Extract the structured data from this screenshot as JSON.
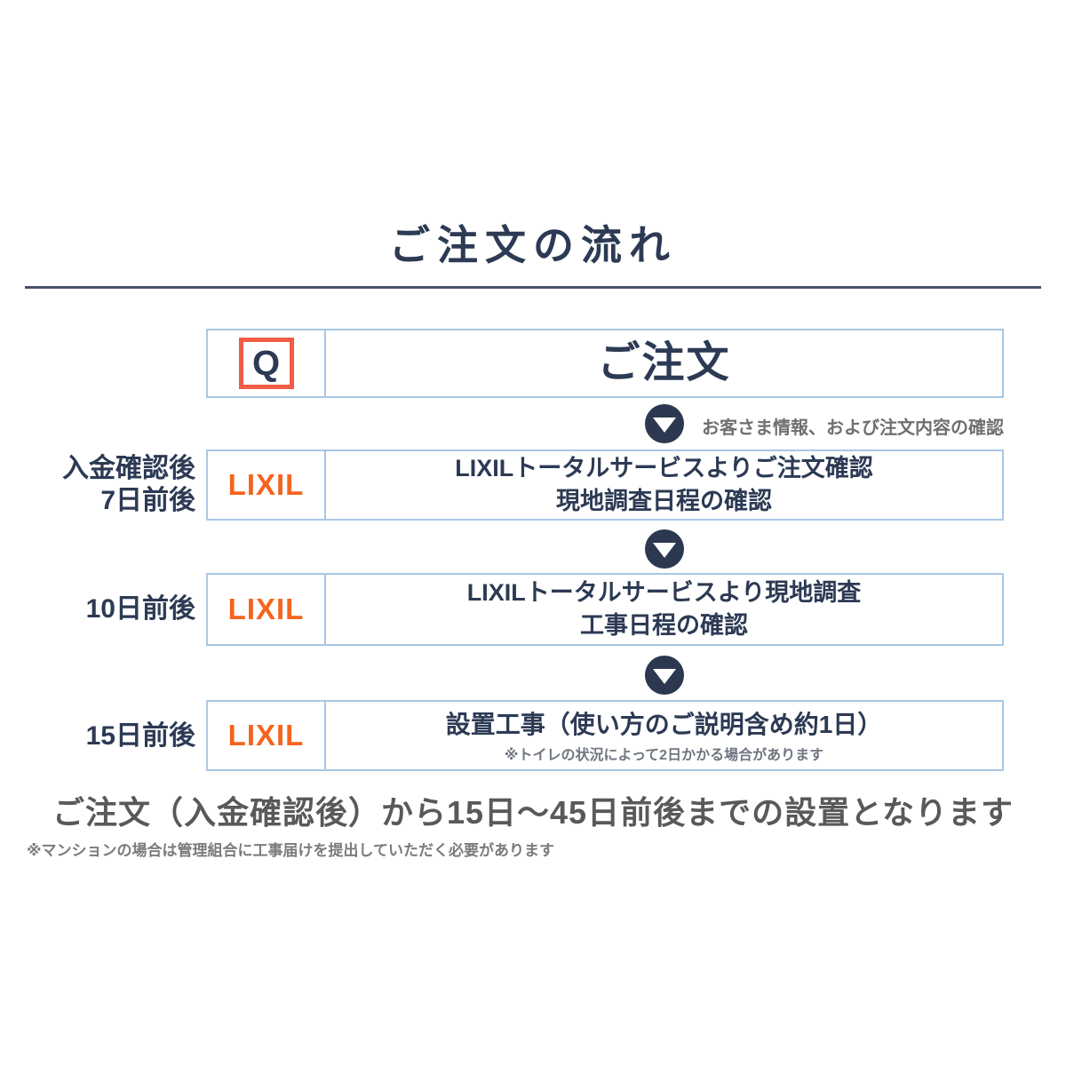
{
  "title": "ご注文の流れ",
  "colors": {
    "navy": "#2C3A54",
    "arrow_navy": "#2B3850",
    "lixil_orange": "#F4641E",
    "qoo10_coral": "#F25C44",
    "box_border_blue": "#A9C7E4",
    "gray_text": "#6F6F6F",
    "footer_gray": "#595959"
  },
  "flow": {
    "steps": [
      {
        "name": "order",
        "icon": "qoo10-q-logo",
        "icon_letter": "Q",
        "lines": [
          "ご注文"
        ]
      },
      {
        "name": "order-confirmation",
        "icon": "lixil-logo",
        "logo_text": "LIXIL",
        "duration_lines": [
          "入金確認後",
          "7日前後"
        ],
        "lines": [
          "LIXILトータルサービスよりご注文確認",
          "現地調査日程の確認"
        ]
      },
      {
        "name": "site-survey",
        "icon": "lixil-logo",
        "logo_text": "LIXIL",
        "duration_lines": [
          "10日前後"
        ],
        "lines": [
          "LIXILトータルサービスより現地調査",
          "工事日程の確認"
        ]
      },
      {
        "name": "installation",
        "icon": "lixil-logo",
        "logo_text": "LIXIL",
        "duration_lines": [
          "15日前後"
        ],
        "lines": [
          "設置工事（使い方のご説明含め約1日）"
        ],
        "note": "※トイレの状況によって2日かかる場合があります"
      }
    ],
    "arrow_note": "お客さま情報、および注文内容の確認"
  },
  "footer": {
    "summary": "ご注文（入金確認後）から15日～45日前後までの設置となります",
    "note": "※マンションの場合は管理組合に工事届けを提出していただく必要があります"
  }
}
